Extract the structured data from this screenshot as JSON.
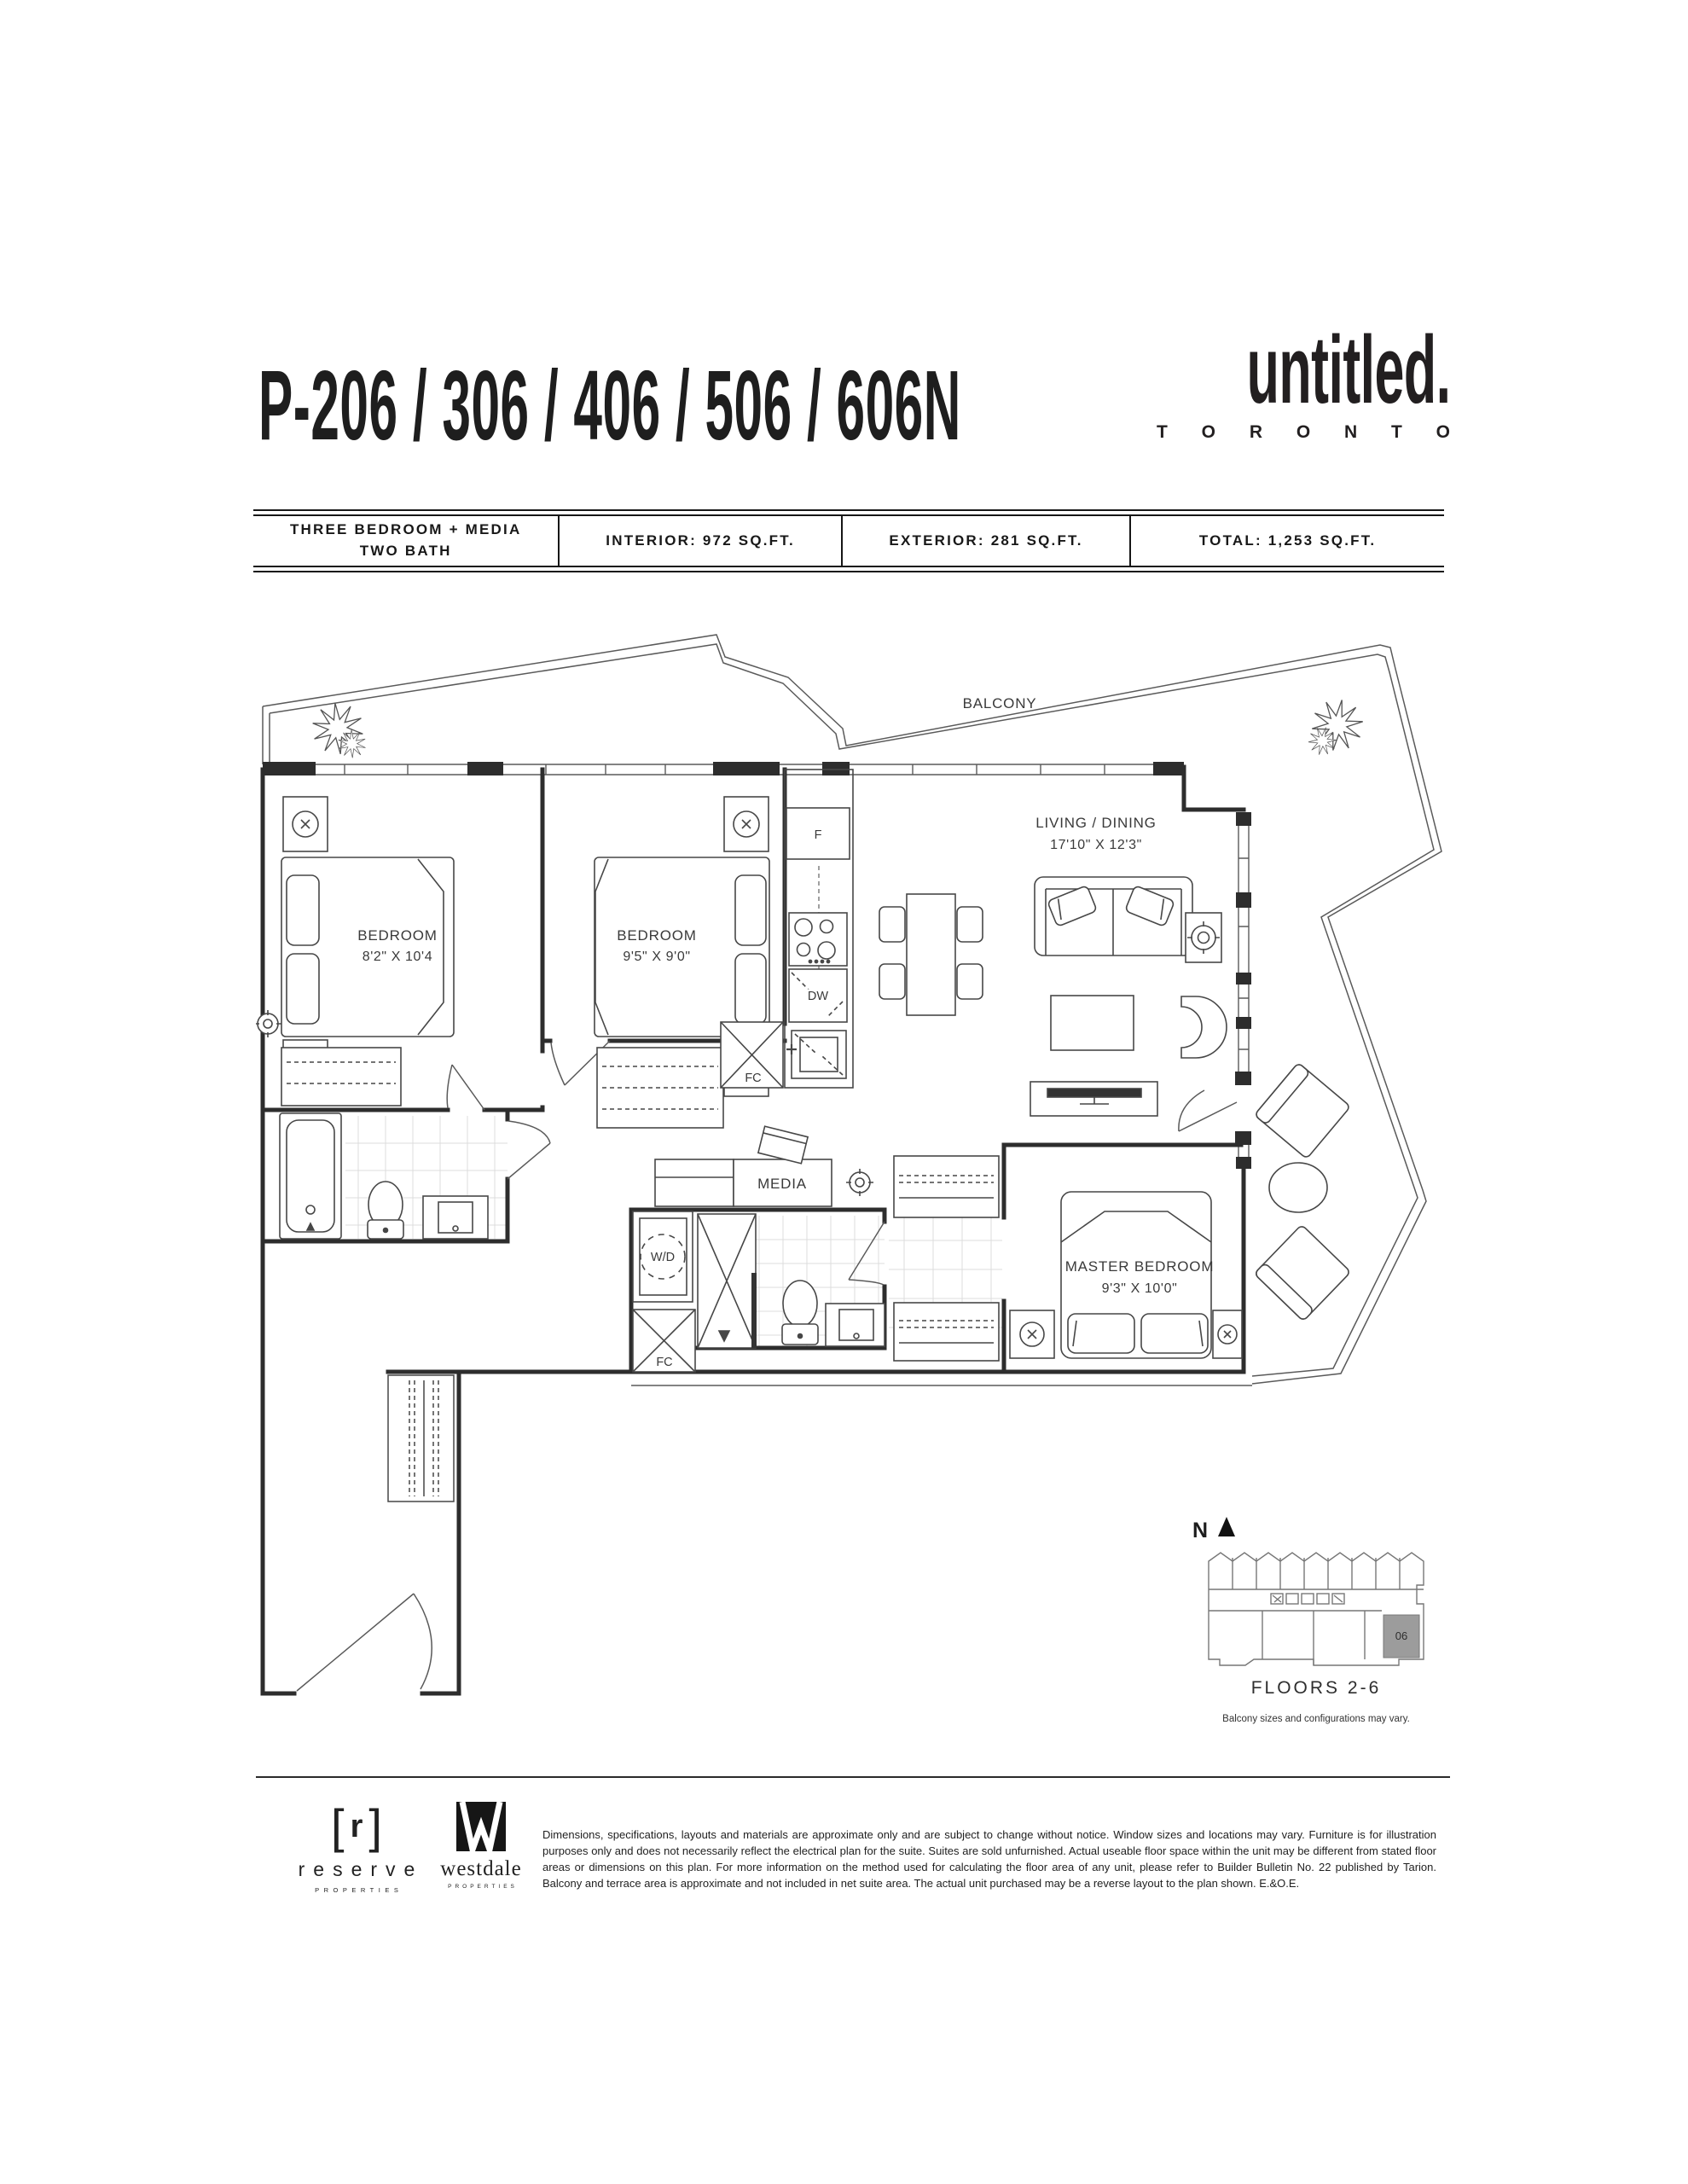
{
  "header": {
    "title": "P-206 / 306 / 406 / 506 / 606N",
    "brand_name": "untitled.",
    "brand_city": "T O R O N T O"
  },
  "spec_bar": {
    "unit_type_line1": "THREE BEDROOM + MEDIA",
    "unit_type_line2": "TWO BATH",
    "interior": "INTERIOR: 972 SQ.FT.",
    "exterior": "EXTERIOR: 281 SQ.FT.",
    "total": "TOTAL: 1,253 SQ.FT."
  },
  "floor_plan": {
    "balcony_label": "BALCONY",
    "bedroom1_name": "BEDROOM",
    "bedroom1_dims": "8'2\" X 10'4",
    "bedroom2_name": "BEDROOM",
    "bedroom2_dims": "9'5\" X 9'0\"",
    "living_name": "LIVING / DINING",
    "living_dims": "17'10\" X 12'3\"",
    "master_name": "MASTER BEDROOM",
    "master_dims": "9'3\" X 10'0\"",
    "media_label": "MEDIA",
    "washer_dryer_label": "W/D",
    "fridge_label": "F",
    "dishwasher_label": "DW",
    "kitchen_closet_label": "FC",
    "hall_closet_label": "FC"
  },
  "key_plan": {
    "north_label": "N",
    "unit_number": "06",
    "floors_label": "FLOORS  2-6",
    "note": "Balcony sizes and configurations may vary.",
    "highlight_color": "#9c9c9c"
  },
  "footer": {
    "reserve_mark_open": "[",
    "reserve_mark_letter": "r",
    "reserve_mark_close": "]",
    "reserve_name": "reserve",
    "reserve_sub": "PROPERTIES",
    "westdale_name": "westdale",
    "westdale_sub": "PROPERTIES",
    "disclaimer": "Dimensions, specifications, layouts and materials are approximate only and are subject to change without notice. Window sizes and locations may vary. Furniture is for illustration purposes only and does not necessarily reflect the electrical plan for the suite. Suites are sold unfurnished. Actual useable floor space within the unit may be different from stated  floor areas or dimensions on this plan.  For more information on the method used for calculating the floor area of any unit, please refer to Builder Bulletin No. 22 published by Tarion.  Balcony and terrace area is approximate and not included in net suite area. The actual unit purchased may be a reverse layout to the plan shown. E.&O.E."
  }
}
